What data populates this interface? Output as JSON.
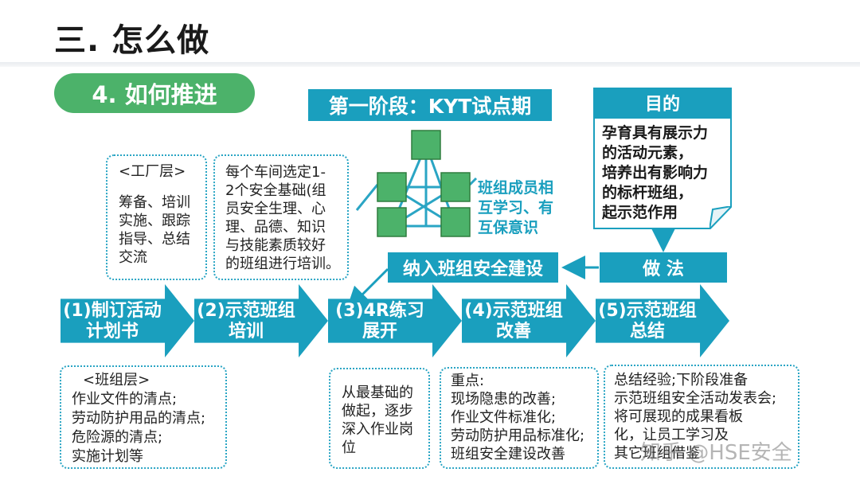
{
  "header": {
    "title": "三. 怎么做"
  },
  "section": {
    "label": "4. 如何推进"
  },
  "stage": {
    "title": "第一阶段：KYT试点期"
  },
  "team_caption": [
    "班组成员相",
    "互学习、有",
    "互保意识"
  ],
  "purpose": {
    "heading": "目的",
    "lines": [
      "孕育具有展示力",
      "的活动元素，",
      "培养出有影响力",
      "的标杆班组，",
      "起示范作用"
    ]
  },
  "method": {
    "label": "做 法"
  },
  "incorporate": {
    "label": "纳入班组安全建设"
  },
  "top_boxes": {
    "factory": [
      "<工厂层>",
      "",
      "筹备、培训",
      "实施、跟踪",
      "指导、总结",
      "交流"
    ],
    "workshop": [
      "每个车间选定1-",
      "2个安全基础(组",
      "员安全生理、心",
      "理、品德、知识",
      "与技能素质较好",
      "的班组进行培训。"
    ]
  },
  "steps": [
    {
      "lines": [
        "(1)制订活动",
        "计划书"
      ]
    },
    {
      "lines": [
        "(2)示范班组",
        "培训"
      ]
    },
    {
      "lines": [
        "(3)4R练习",
        "展开"
      ]
    },
    {
      "lines": [
        "(4)示范班组",
        "改善"
      ]
    },
    {
      "lines": [
        "(5)示范班组",
        "总结"
      ]
    }
  ],
  "bottom_boxes": {
    "team": [
      "<班组层>",
      "作业文件的清点;",
      "劳动防护用品的清点;",
      "危险源的清点;",
      "实施计划等"
    ],
    "practice": [
      "从最基础的",
      "做起，逐步",
      "深入作业岗",
      "位"
    ],
    "improve": [
      "重点:",
      "现场隐患的改善;",
      "作业文件标准化;",
      "劳动防护用品标准化;",
      "班组安全建设改善"
    ],
    "summary": [
      "总结经验;下阶段准备",
      "示范班组安全活动发表会;",
      "将可展现的成果看板",
      "化，让员工学习及",
      "其它班组借鉴"
    ]
  },
  "watermark": "知乎 @HSE安全",
  "colors": {
    "teal": "#1a9fbe",
    "green": "#4cb26a",
    "dotted_border": "#2aa5c4"
  }
}
